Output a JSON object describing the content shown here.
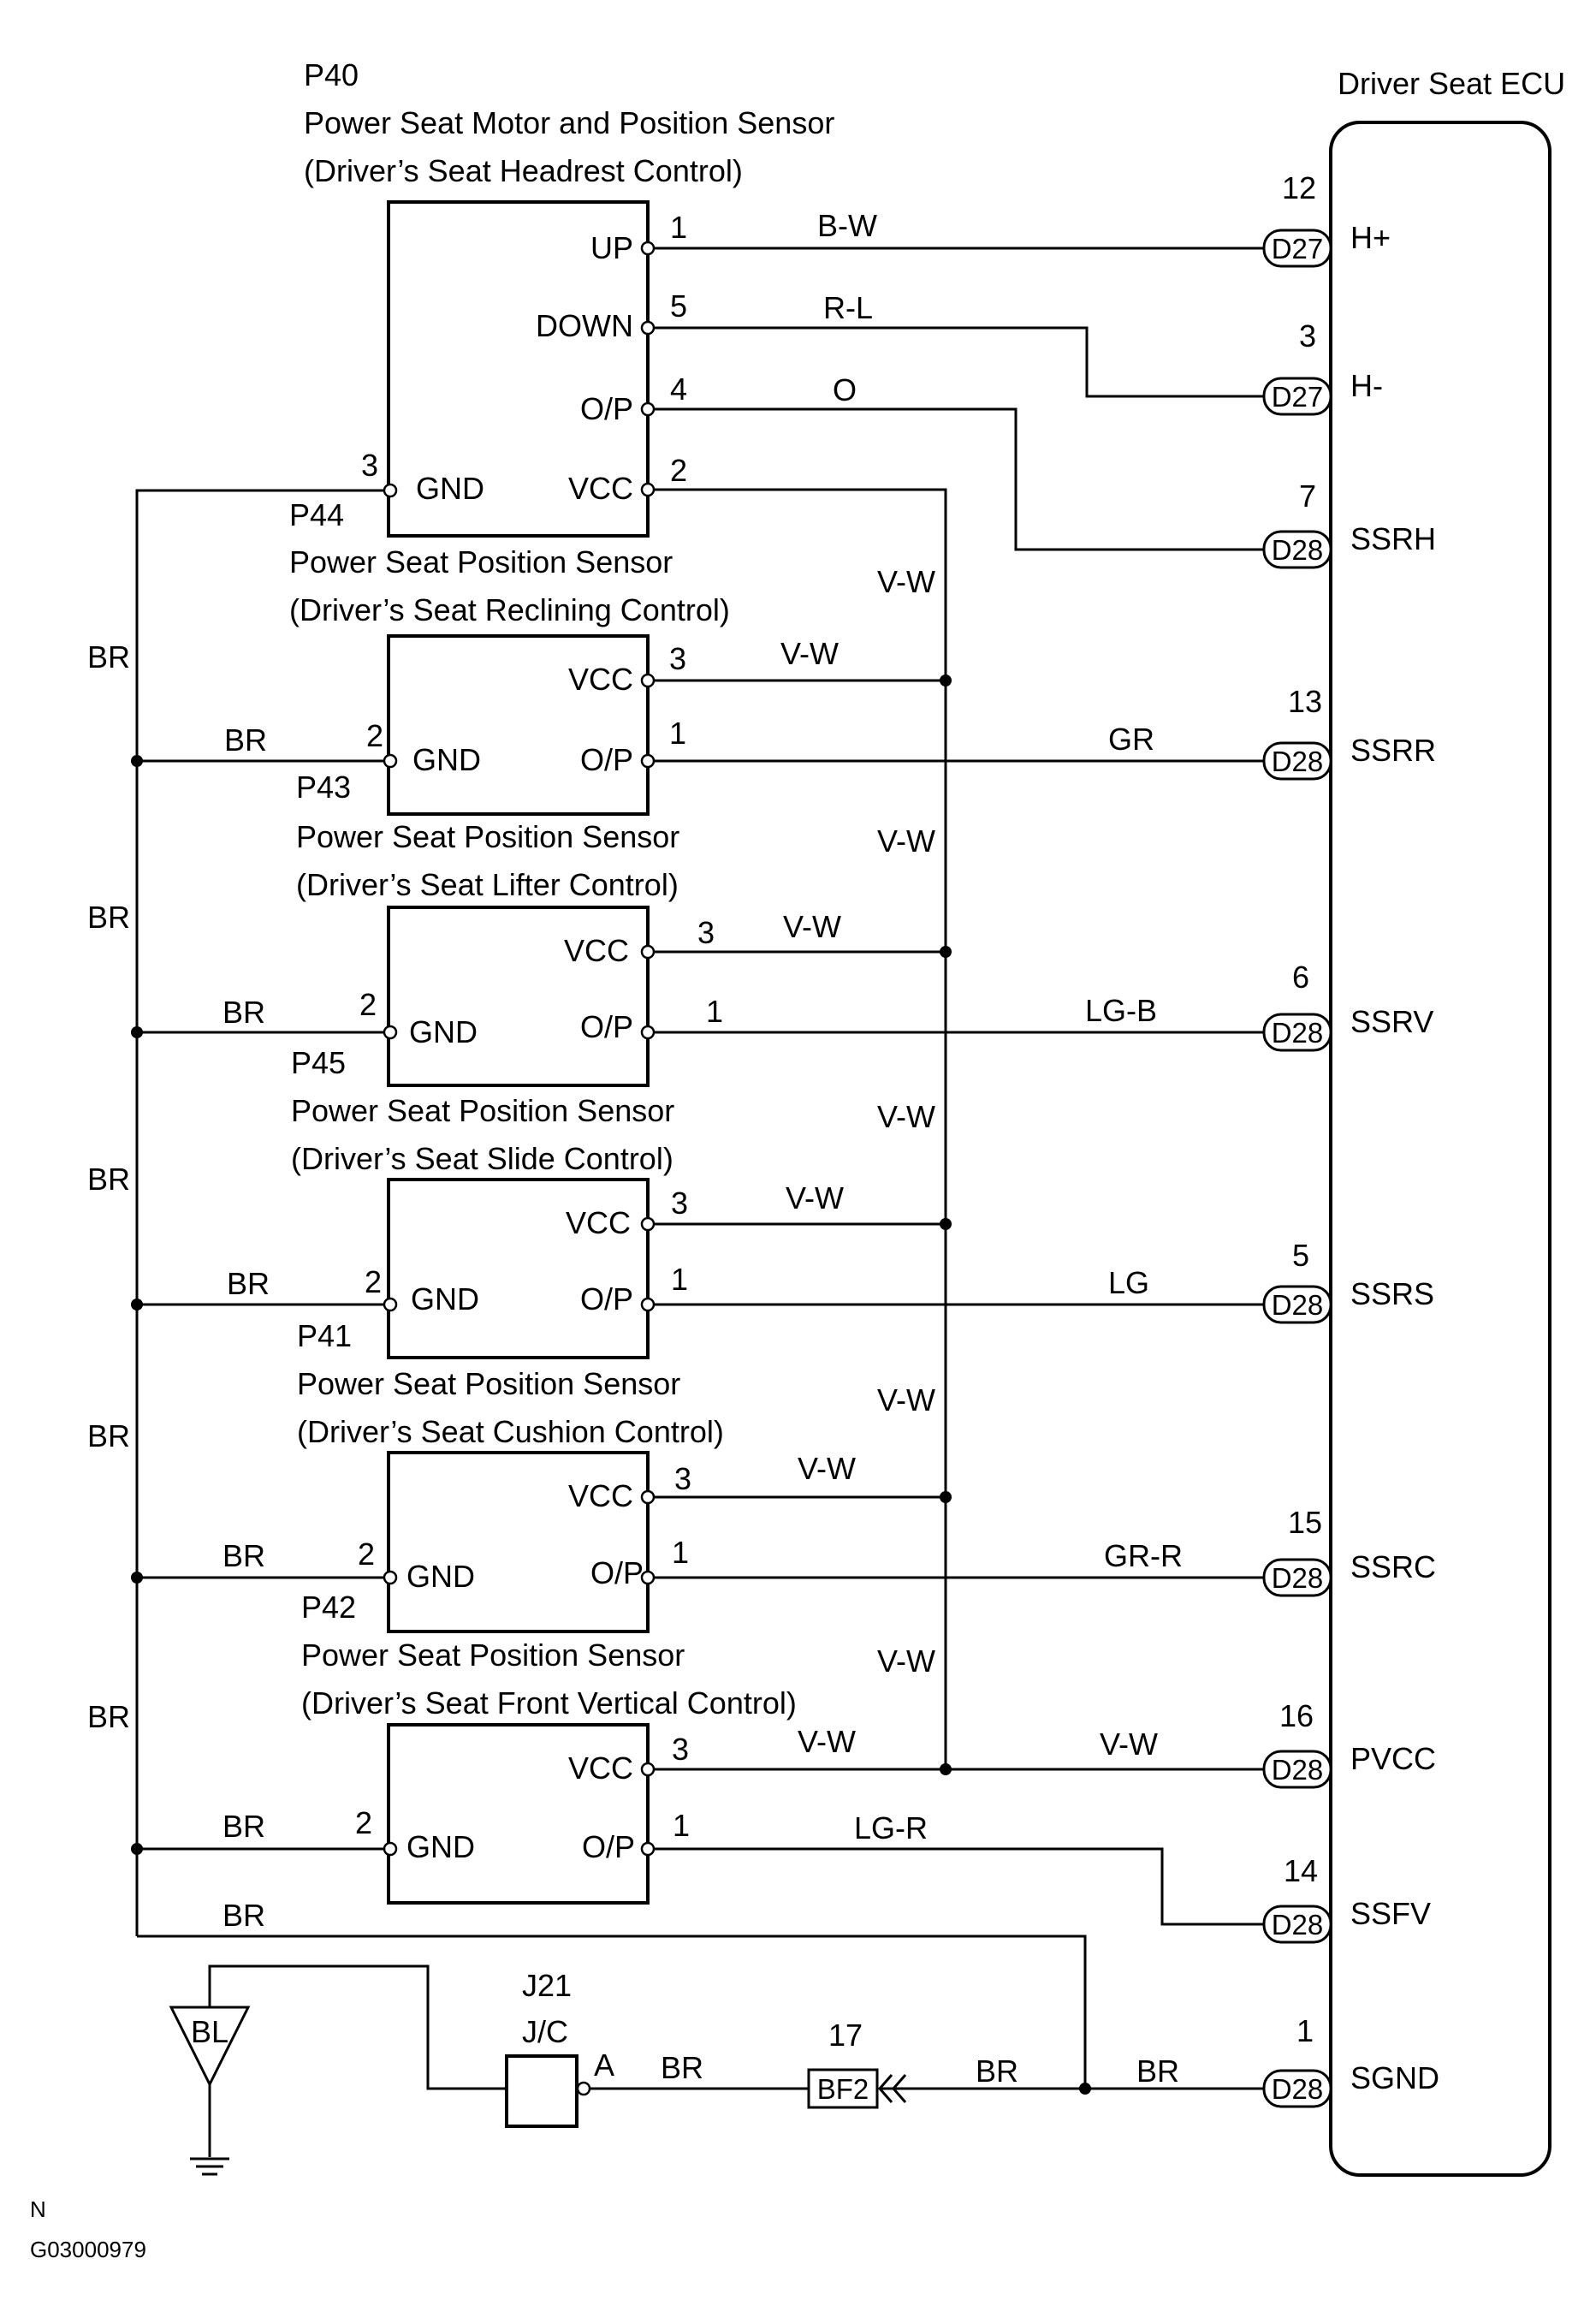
{
  "ecu": {
    "name": "Driver Seat ECU",
    "pins": [
      {
        "num": "12",
        "conn": "D27",
        "signal": "H+"
      },
      {
        "num": "3",
        "conn": "D27",
        "signal": "H-"
      },
      {
        "num": "7",
        "conn": "D28",
        "signal": "SSRH"
      },
      {
        "num": "13",
        "conn": "D28",
        "signal": "SSRR"
      },
      {
        "num": "6",
        "conn": "D28",
        "signal": "SSRV"
      },
      {
        "num": "5",
        "conn": "D28",
        "signal": "SSRS"
      },
      {
        "num": "15",
        "conn": "D28",
        "signal": "SSRC"
      },
      {
        "num": "16",
        "conn": "D28",
        "signal": "PVCC"
      },
      {
        "num": "14",
        "conn": "D28",
        "signal": "SSFV"
      },
      {
        "num": "1",
        "conn": "D28",
        "signal": "SGND"
      }
    ]
  },
  "components": [
    {
      "id": "P40",
      "name": "Power Seat Motor and Position Sensor",
      "desc": "(Driver’s Seat Headrest Control)",
      "terminals": {
        "up": "UP",
        "down": "DOWN",
        "op": "O/P",
        "gnd": "GND",
        "vcc": "VCC"
      },
      "pins": {
        "up": "1",
        "down": "5",
        "op": "4",
        "gnd": "3",
        "vcc": "2"
      }
    },
    {
      "id": "P44",
      "name": "Power Seat Position Sensor",
      "desc": "(Driver’s Seat Reclining Control)",
      "terminals": {
        "vcc": "VCC",
        "gnd": "GND",
        "op": "O/P"
      },
      "pins": {
        "vcc": "3",
        "gnd": "2",
        "op": "1"
      }
    },
    {
      "id": "P43",
      "name": "Power Seat Position Sensor",
      "desc": "(Driver’s Seat Lifter Control)",
      "terminals": {
        "vcc": "VCC",
        "gnd": "GND",
        "op": "O/P"
      },
      "pins": {
        "vcc": "3",
        "gnd": "2",
        "op": "1"
      }
    },
    {
      "id": "P45",
      "name": "Power Seat Position Sensor",
      "desc": "(Driver’s Seat Slide Control)",
      "terminals": {
        "vcc": "VCC",
        "gnd": "GND",
        "op": "O/P"
      },
      "pins": {
        "vcc": "3",
        "gnd": "2",
        "op": "1"
      }
    },
    {
      "id": "P41",
      "name": "Power Seat Position Sensor",
      "desc": "(Driver’s Seat Cushion Control)",
      "terminals": {
        "vcc": "VCC",
        "gnd": "GND",
        "op": "O/P"
      },
      "pins": {
        "vcc": "3",
        "gnd": "2",
        "op": "1"
      }
    },
    {
      "id": "P42",
      "name": "Power Seat Position Sensor",
      "desc": "(Driver’s Seat Front Vertical Control)",
      "terminals": {
        "vcc": "VCC",
        "gnd": "GND",
        "op": "O/P"
      },
      "pins": {
        "vcc": "3",
        "gnd": "2",
        "op": "1"
      }
    }
  ],
  "wire_colors": {
    "p40_up": "B-W",
    "p40_down": "R-L",
    "p40_op": "O",
    "p44_op": "GR",
    "p43_op": "LG-B",
    "p45_op": "LG",
    "p41_op": "GR-R",
    "p42_op": "LG-R",
    "vw": "V-W",
    "br": "BR"
  },
  "junction": {
    "id": "J21",
    "label": "J/C",
    "pin": "A"
  },
  "bf2": {
    "num": "17",
    "label": "BF2"
  },
  "ground": {
    "label": "BL"
  },
  "footer": {
    "n": "N",
    "code": "G03000979"
  }
}
